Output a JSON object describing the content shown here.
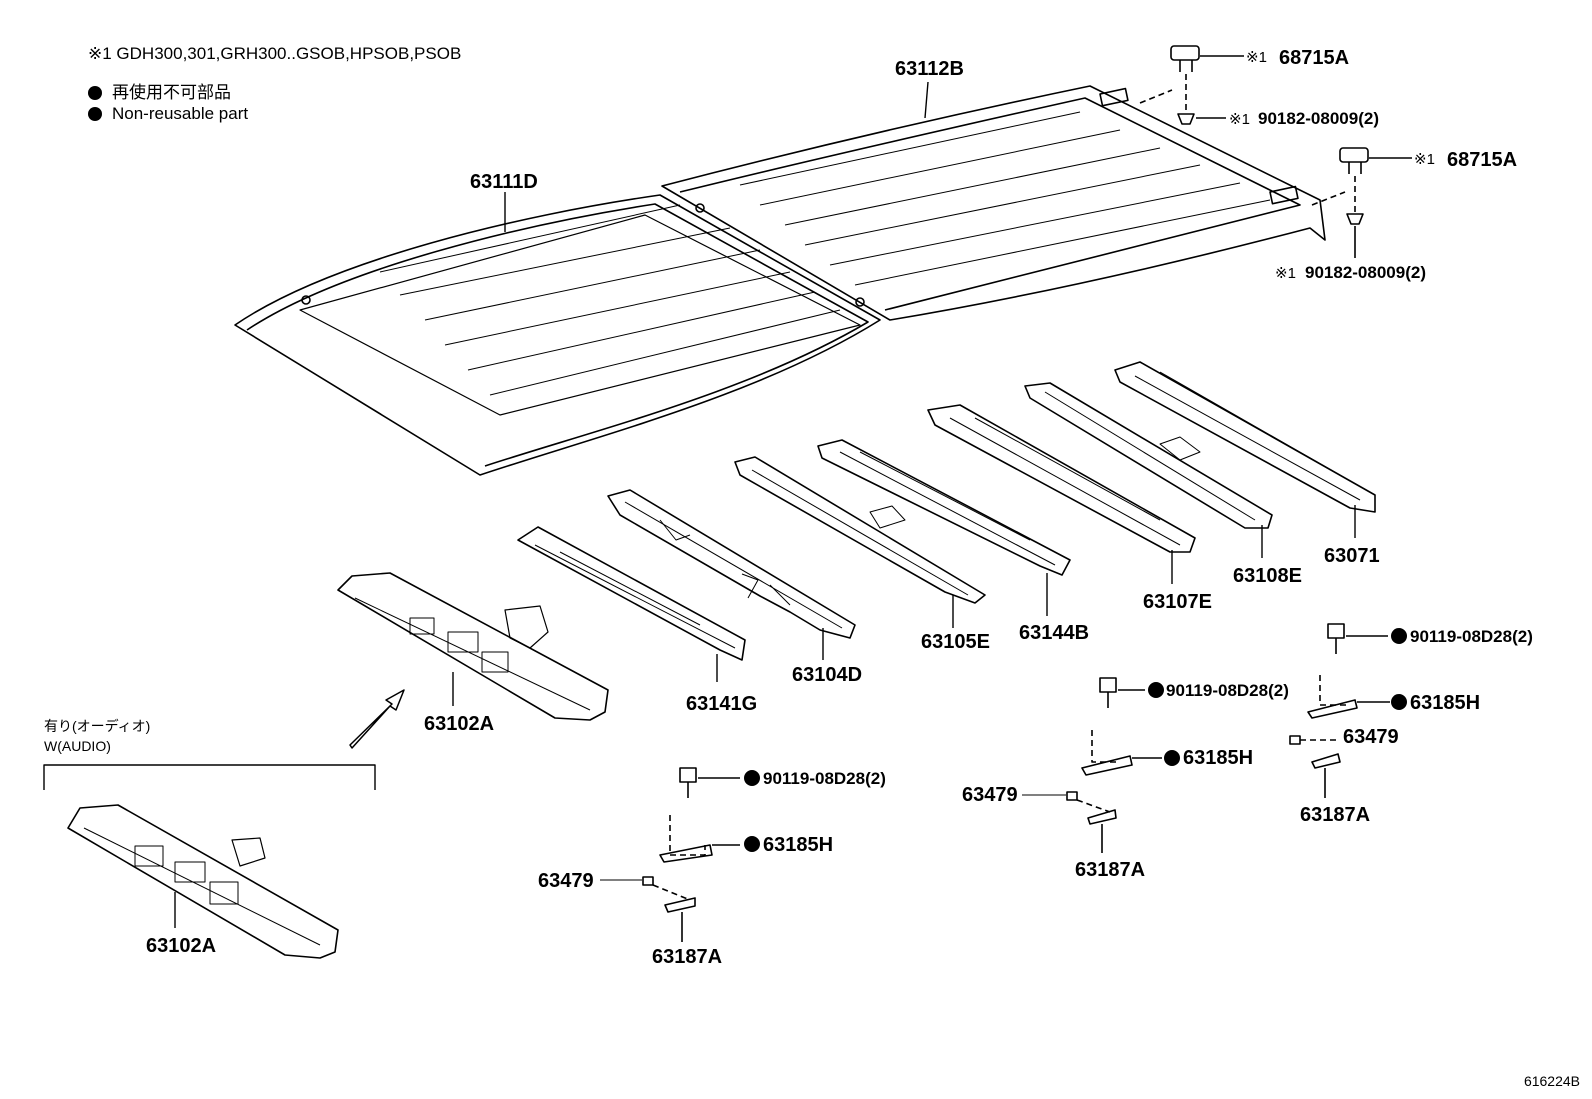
{
  "legend": {
    "note_line": "※1 GDH300,301,GRH300..GSOB,HPSOB,PSOB",
    "nonreuse_jp": "再使用不可部品",
    "nonreuse_en": "Non-reusable part"
  },
  "audio_caption": {
    "jp": "有り(オーディオ)",
    "en": "W(AUDIO)"
  },
  "parts": {
    "roof_front": "63111D",
    "roof_rear": "63112B",
    "clip_a": "68715A",
    "clip_b": "68715A",
    "nut_a": "90182-08009(2)",
    "nut_b": "90182-08009(2)",
    "mark_clip_a": "※1",
    "mark_clip_b": "※1",
    "mark_nut_a": "※1",
    "mark_nut_b": "※1",
    "panel_a": "63102A",
    "panel_b": "63102A",
    "bow_1": "63141G",
    "bow_2": "63104D",
    "bow_3": "63105E",
    "bow_4": "63144B",
    "bow_5": "63107E",
    "bow_6": "63108E",
    "bow_7": "63071",
    "bolt_1": "90119-08D28(2)",
    "bolt_2": "90119-08D28(2)",
    "bolt_3": "90119-08D28(2)",
    "bracket_1": "63185H",
    "bracket_2": "63185H",
    "bracket_3": "63185H",
    "pad_1": "63479",
    "pad_2": "63479",
    "pad_3": "63479",
    "clip_1": "63187A",
    "clip_2": "63187A",
    "clip_3": "63187A"
  },
  "illustration_id": "616224B"
}
